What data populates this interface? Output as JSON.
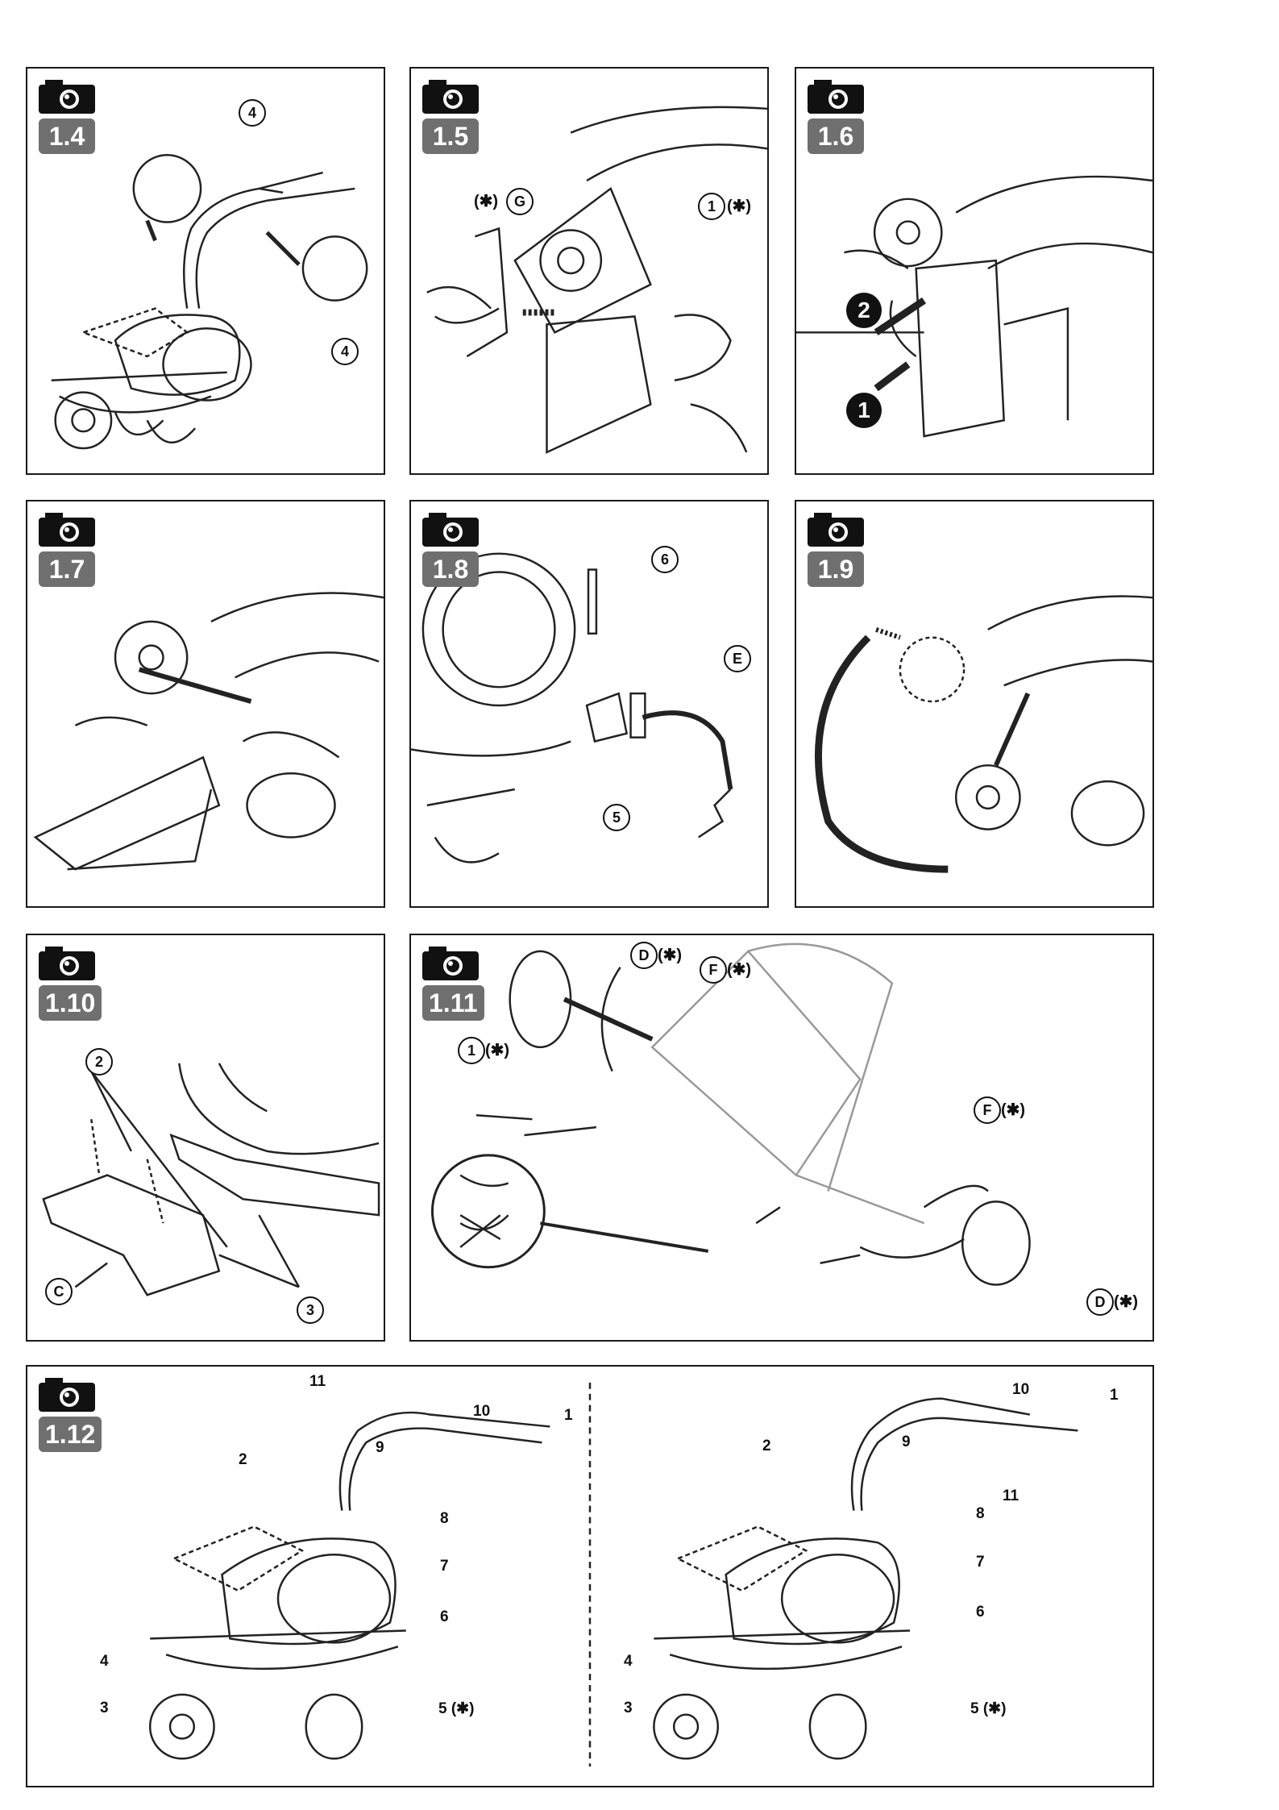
{
  "panels": {
    "p14": {
      "label": "1.4",
      "callouts": [
        "4",
        "4"
      ]
    },
    "p15": {
      "label": "1.5",
      "callouts": [
        "G",
        "1"
      ],
      "asterisk": "(✱)"
    },
    "p16": {
      "label": "1.6",
      "steps": [
        "1",
        "2"
      ]
    },
    "p17": {
      "label": "1.7"
    },
    "p18": {
      "label": "1.8",
      "callouts": [
        "6",
        "E",
        "5"
      ]
    },
    "p19": {
      "label": "1.9"
    },
    "p110": {
      "label": "1.10",
      "callouts": [
        "2",
        "C",
        "3"
      ]
    },
    "p111": {
      "label": "1.11",
      "callouts": [
        "D",
        "F",
        "1",
        "F",
        "D"
      ],
      "asterisk": "(✱)"
    },
    "p112": {
      "label": "1.12",
      "left_numbers": [
        "11",
        "10",
        "1",
        "9",
        "2",
        "8",
        "7",
        "6",
        "4",
        "3",
        "5 (✱)"
      ],
      "right_numbers": [
        "10",
        "1",
        "9",
        "2",
        "11",
        "8",
        "7",
        "6",
        "4",
        "3",
        "5 (✱)"
      ]
    }
  }
}
